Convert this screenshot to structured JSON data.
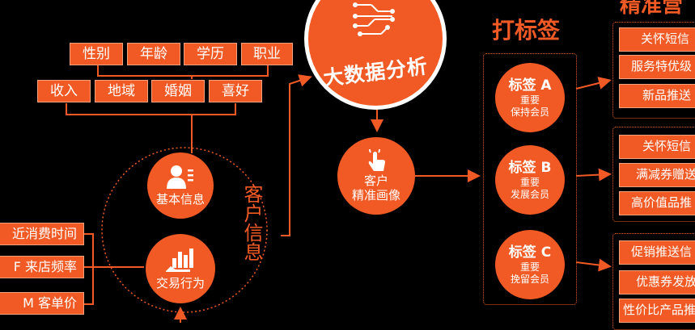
{
  "header": {
    "right_title_fragment": "精准营",
    "tagging_title": "打标签"
  },
  "attributes": {
    "row1": [
      "性别",
      "年龄",
      "学历",
      "职业"
    ],
    "row2": [
      "收入",
      "地域",
      "婚姻",
      "喜好"
    ]
  },
  "big_data": {
    "label": "大数据分析",
    "icon": "circuit-icon"
  },
  "customer_info": {
    "side_label": "客户信息",
    "basic": {
      "label": "基本信息",
      "icon": "person-card-icon"
    },
    "behavior": {
      "label": "交易行为",
      "icon": "bar-chart-hand-icon"
    }
  },
  "rfm": [
    "近消费时间",
    "F 来店频率",
    "M 客单价"
  ],
  "portrait": {
    "label_line1": "客户",
    "label_line2": "精准画像",
    "icon": "touch-hand-icon"
  },
  "labels": [
    {
      "title": "标签 A",
      "line1": "重要",
      "line2": "保持会员"
    },
    {
      "title": "标签 B",
      "line1": "重要",
      "line2": "发展会员"
    },
    {
      "title": "标签 C",
      "line1": "重要",
      "line2": "挽留会员"
    }
  ],
  "marketing": [
    [
      "关怀短信",
      "服务特优级",
      "新品推送"
    ],
    [
      "关怀短信",
      "满减券赠送",
      "高价值品推"
    ],
    [
      "促销推送信",
      "优惠券发放",
      "性价比产品推"
    ]
  ],
  "colors": {
    "accent": "#f15a24",
    "background": "#000000"
  }
}
